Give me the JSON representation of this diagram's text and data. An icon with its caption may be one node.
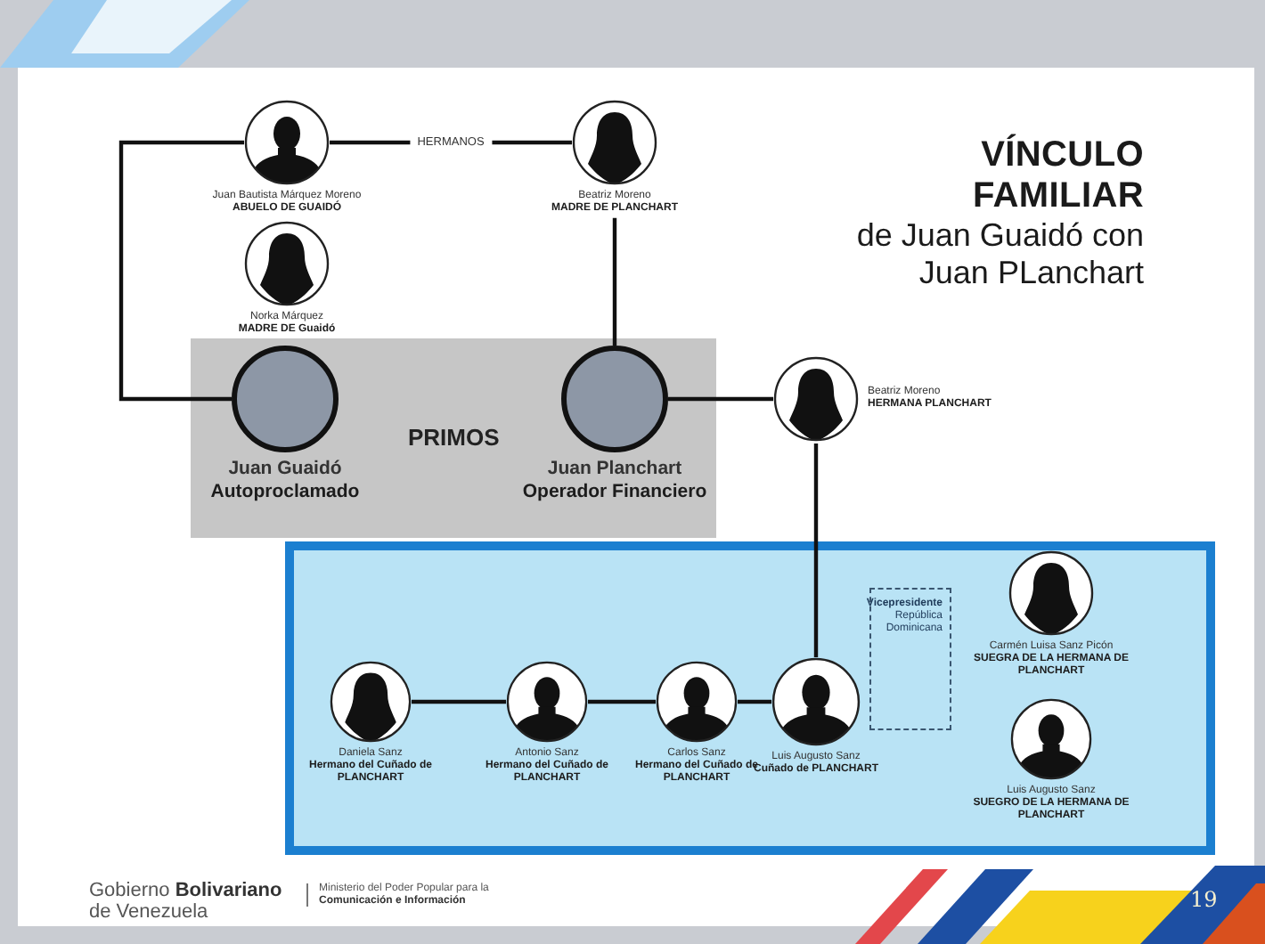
{
  "diagram": {
    "title": "**VÍNCULO FAMILIAR** de Juan Guaidó con Juan PLanchart",
    "nodes": [
      {
        "text": [
          "Juan Bautista Márquez Moreno",
          "ABUELO DE GUAIDÓ"
        ]
      },
      {
        "text": [
          "Beatriz Moreno",
          "MADRE DE PLANCHART"
        ]
      },
      {
        "text": [
          "Norka Márquez",
          "MADRE DE Guaidó"
        ]
      },
      {
        "text": [
          "PRIMOS"
        ]
      },
      {
        "text": [
          "Juan Guaidó",
          "Autoproclamado"
        ],
        "in": 3
      },
      {
        "text": [
          "Juan Planchart",
          "Operador Financiero"
        ],
        "in": 3
      },
      {
        "text": [
          "Beatriz Moreno",
          "HERMANA PLANCHART"
        ]
      },
      {
        "text": [],
        "shape": "box"
      },
      {
        "text": [
          "Vicepresidente",
          "República Dominicana"
        ],
        "in": 7
      },
      {
        "text": [
          "Daniela Sanz",
          "Hermano del Cuñado de PLANCHART"
        ],
        "in": 7
      },
      {
        "text": [
          "Antonio Sanz",
          "Hermano del Cuñado de PLANCHART"
        ],
        "in": 7
      },
      {
        "text": [
          "Carlos Sanz",
          "Hermano del Cuñado de PLANCHART"
        ],
        "in": 7
      },
      {
        "text": [
          "Luis Augusto Sanz",
          "Cuñado de PLANCHART"
        ],
        "in": 7
      },
      {
        "text": [
          "Carmén Luisa Sanz Picón",
          "SUEGRA DE LA HERMANA DE PLANCHART"
        ],
        "in": 7
      },
      {
        "text": [
          "Luis Augusto Sanz",
          "SUEGRO DE LA HERMANA DE PLANCHART"
        ],
        "in": 7
      }
    ],
    "edges": [
      {
        "from": 0,
        "to": 1,
        "arrow": "none",
        "label": "HERMANOS"
      },
      {
        "from": 0,
        "to": 4,
        "arrow": "none"
      },
      {
        "from": 1,
        "to": 5,
        "arrow": "none"
      },
      {
        "from": 5,
        "to": 6,
        "arrow": "none"
      },
      {
        "from": 6,
        "to": 12,
        "arrow": "none"
      },
      {
        "from": 9,
        "to": 10,
        "arrow": "none"
      },
      {
        "from": 10,
        "to": 11,
        "arrow": "none"
      },
      {
        "from": 11,
        "to": 12,
        "arrow": "none"
      }
    ],
    "labels": [
      "Gobierno **Bolivariano** de Venezuela",
      "Ministerio del Poder Popular para la **Comunicación e Información**",
      "19"
    ]
  }
}
